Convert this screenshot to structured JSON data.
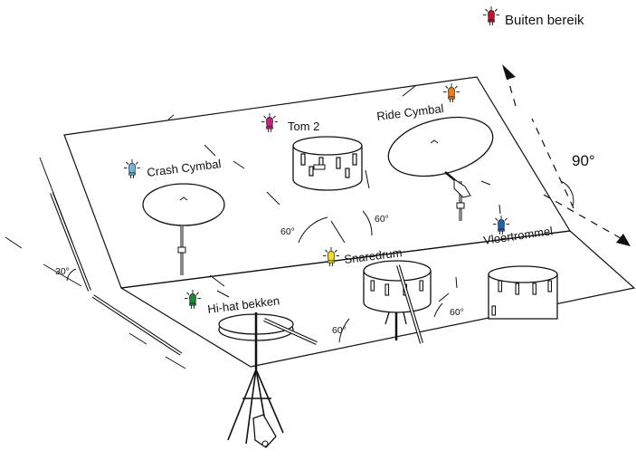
{
  "legend": {
    "label": "Buiten bereik",
    "color": "#c8102e"
  },
  "zones": {
    "tom2": {
      "label": "Tom 2",
      "color": "#cc1f7a"
    },
    "ride": {
      "label": "Ride Cymbal",
      "color": "#f07d1a"
    },
    "crash": {
      "label": "Crash Cymbal",
      "color": "#6cb6e0"
    },
    "snare": {
      "label": "Snaredrum",
      "color": "#f0e01a"
    },
    "floor": {
      "label": "Vloertrommel",
      "color": "#1e63b4"
    },
    "hihat": {
      "label": "Hi-hat bekken",
      "color": "#1a8a3a"
    }
  },
  "angles": {
    "a1": "60°",
    "a2": "60°",
    "a3": "60°",
    "a4": "60°",
    "tilt": "30°",
    "rotation": "90°"
  }
}
